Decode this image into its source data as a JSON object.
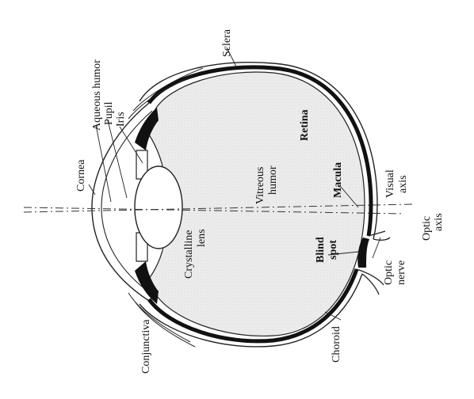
{
  "labels": {
    "aqueous_humor": "Aqueous humor",
    "pupil": "Pupil",
    "iris": "Iris",
    "cornea": "Cornea",
    "conjunctiva": "Conjunctiva",
    "sclera": "Sclera",
    "retina": "Retina",
    "vitreous_1": "Vitreous",
    "vitreous_2": "humor",
    "crystalline_1": "Crystalline",
    "crystalline_2": "lens",
    "macula": "Macula",
    "blind_1": "Blind",
    "blind_2": "spot",
    "visual_1": "Visual",
    "visual_2": "axis",
    "optic_axis_1": "Optic",
    "optic_axis_2": "axis",
    "optic_nerve_1": "Optic",
    "optic_nerve_2": "nerve",
    "choroid": "Choroid"
  },
  "colors": {
    "ink": "#111111",
    "fill": "#e6e6e6",
    "background": "#ffffff"
  }
}
